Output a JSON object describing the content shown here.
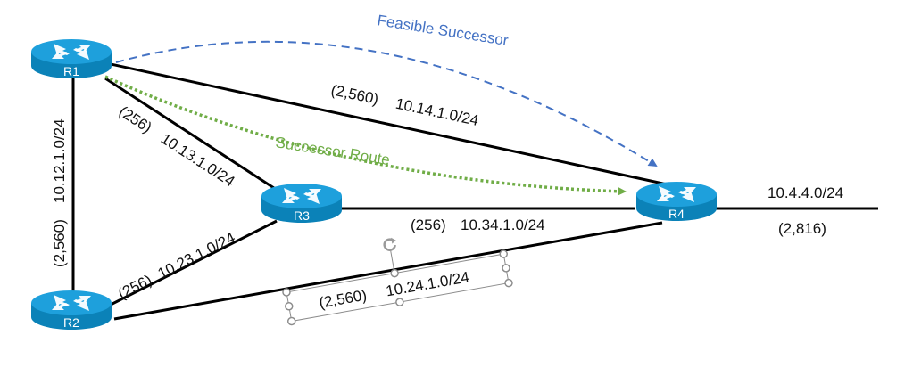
{
  "diagram": {
    "title": "EIGRP Successor and Feasible Successor Topology",
    "colors": {
      "router_top": "#1ea0dc",
      "router_side": "#0b82b8",
      "link": "#000000",
      "successor": "#70ad47",
      "feasible_successor": "#4472c4",
      "selection_handle": "#8c8c8c"
    },
    "routers": [
      {
        "id": "R1",
        "label": "R1"
      },
      {
        "id": "R2",
        "label": "R2"
      },
      {
        "id": "R3",
        "label": "R3"
      },
      {
        "id": "R4",
        "label": "R4"
      }
    ],
    "links": [
      {
        "id": "r1-r2",
        "from": "R1",
        "to": "R2",
        "metric": "(2,560)",
        "network": "10.12.1.0/24"
      },
      {
        "id": "r1-r3",
        "from": "R1",
        "to": "R3",
        "metric": "(256)",
        "network": "10.13.1.0/24"
      },
      {
        "id": "r1-r4",
        "from": "R1",
        "to": "R4",
        "metric": "(2,560)",
        "network": "10.14.1.0/24"
      },
      {
        "id": "r2-r3",
        "from": "R2",
        "to": "R3",
        "metric": "(256)",
        "network": "10.23.1.0/24"
      },
      {
        "id": "r3-r4",
        "from": "R3",
        "to": "R4",
        "metric": "(256)",
        "network": "10.34.1.0/24"
      },
      {
        "id": "r2-r4",
        "from": "R2",
        "to": "R4",
        "metric": "(2,560)",
        "network": "10.24.1.0/24"
      },
      {
        "id": "r4-lan",
        "from": "R4",
        "to": "LAN",
        "metric": "(2,816)",
        "network": "10.4.4.0/24"
      }
    ],
    "paths": {
      "successor": {
        "label": "Successor Route",
        "from": "R1",
        "to": "R4",
        "style": "dotted"
      },
      "feasible_successor": {
        "label": "Feasible Successor",
        "from": "R1",
        "to": "R4",
        "style": "dashed"
      }
    },
    "selected_textbox": "r2-r4"
  }
}
